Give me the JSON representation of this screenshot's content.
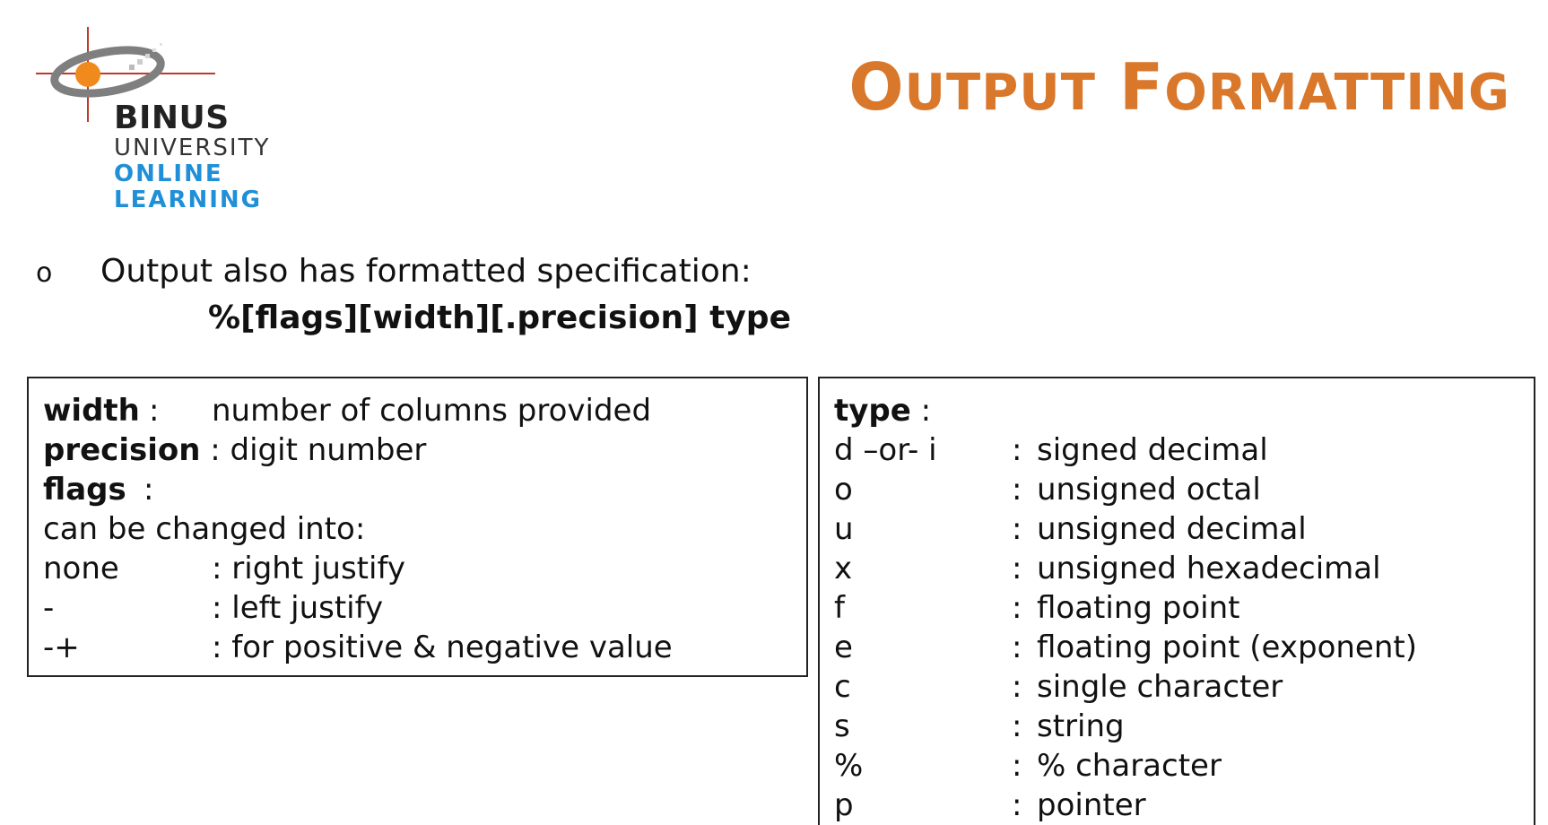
{
  "logo": {
    "line1": "BINUS",
    "line2": "UNIVERSITY",
    "line3": "ONLINE",
    "line4": "LEARNING"
  },
  "title": {
    "first_initial": "O",
    "first_rest": "UTPUT",
    "second_initial": "F",
    "second_rest": "ORMATTING"
  },
  "intro": {
    "bullet": "o",
    "text": "Output also has formatted specification:",
    "syntax": "%[flags][width][.precision] type"
  },
  "left_box": {
    "width_label": "width",
    "width_sep": ":",
    "width_desc": "number of columns provided",
    "precision_label": "precision",
    "precision_desc": ": digit number",
    "flags_label": "flags",
    "flags_sep": ":",
    "changed_text": "can be changed into:",
    "flags": [
      {
        "flag": "none",
        "desc": ": right justify"
      },
      {
        "flag": "-",
        "desc": ": left justify"
      },
      {
        "flag": "-+",
        "desc": ": for positive & negative value"
      }
    ]
  },
  "right_box": {
    "type_label": "type",
    "type_sep": ":",
    "types": [
      {
        "code": "d –or- i",
        "sep": ":",
        "desc": "signed decimal"
      },
      {
        "code": "o",
        "sep": ":",
        "desc": "unsigned octal"
      },
      {
        "code": "u",
        "sep": ":",
        "desc": "unsigned decimal"
      },
      {
        "code": "x",
        "sep": ":",
        "desc": "unsigned hexadecimal"
      },
      {
        "code": "f",
        "sep": ":",
        "desc": "floating point"
      },
      {
        "code": "e",
        "sep": ":",
        "desc": "floating point (exponent)"
      },
      {
        "code": "c",
        "sep": ":",
        "desc": "single character"
      },
      {
        "code": "s",
        "sep": ":",
        "desc": "string"
      },
      {
        "code": "%",
        "sep": ":",
        "desc": "% character"
      },
      {
        "code": "p",
        "sep": ":",
        "desc": "pointer"
      }
    ]
  }
}
